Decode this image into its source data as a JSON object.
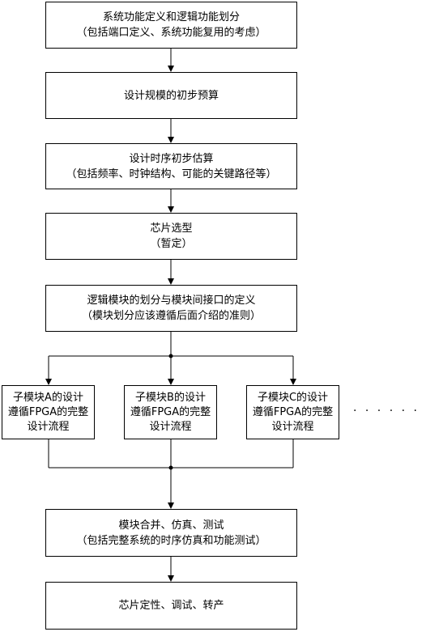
{
  "steps": [
    {
      "line1": "系统功能定义和逻辑功能划分",
      "line2": "（包括端口定义、系统功能复用的考虑）"
    },
    {
      "line1": "设计规模的初步预算"
    },
    {
      "line1": "设计时序初步估算",
      "line2": "（包括频率、时钟结构、可能的关键路径等）"
    },
    {
      "line1": "芯片选型",
      "line2": "（暂定）"
    },
    {
      "line1": "逻辑模块的划分与模块间接口的定义",
      "line2": "（模块划分应该遵循后面介绍的准则）"
    },
    {
      "line1": "模块合并、仿真、测试",
      "line2": "（包括完整系统的时序仿真和功能测试）"
    },
    {
      "line1": "芯片定性、调试、转产"
    }
  ],
  "submodules": [
    {
      "line1": "子模块A的设计",
      "line2": "遵循FPGA的完整",
      "line3": "设计流程"
    },
    {
      "line1": "子模块B的设计",
      "line2": "遵循FPGA的完整",
      "line3": "设计流程"
    },
    {
      "line1": "子模块C的设计",
      "line2": "遵循FPGA的完整",
      "line3": "设计流程"
    }
  ],
  "ellipsis": "· · ·   · · ·"
}
